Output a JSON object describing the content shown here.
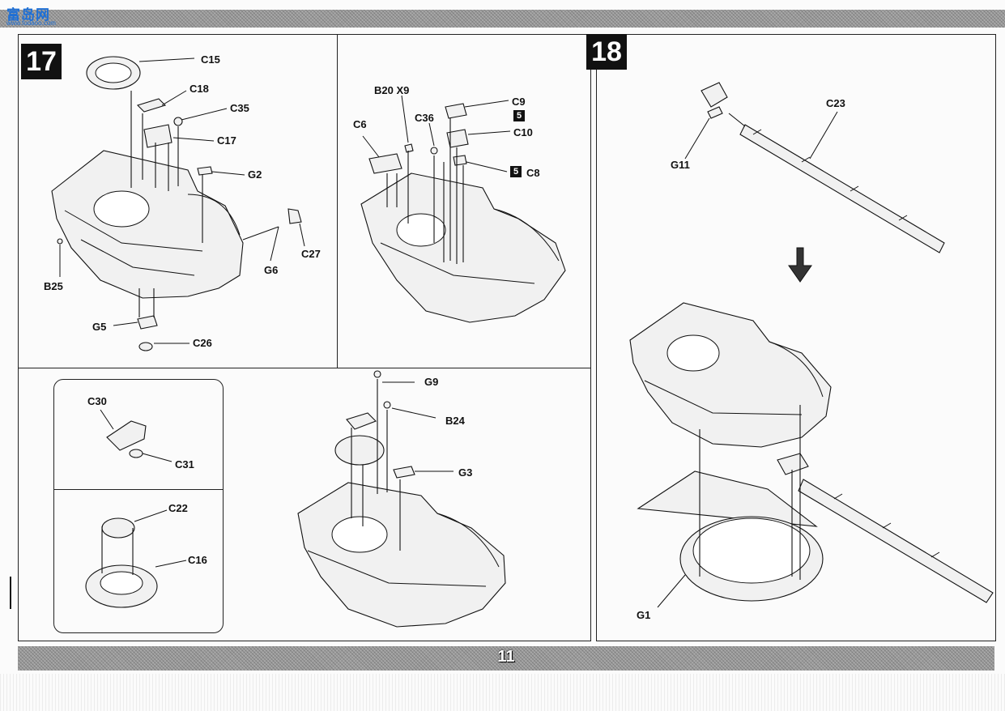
{
  "header": {
    "logo_text": "富岛网",
    "logo_sub": "www.fudaoo.com"
  },
  "page": {
    "number": "11"
  },
  "steps": [
    {
      "id": "17",
      "label": "17"
    },
    {
      "id": "18",
      "label": "18"
    }
  ],
  "step17_top_left_parts": [
    "C15",
    "C18",
    "C35",
    "C17",
    "G2",
    "C27",
    "G6",
    "B25",
    "G5",
    "C26"
  ],
  "step17_top_right_parts": [
    "B20 X9",
    "C36",
    "C6",
    "C9",
    "C10",
    "C8"
  ],
  "step17_bottom_parts": [
    "C30",
    "C31",
    "C22",
    "C16",
    "G9",
    "B24",
    "G3"
  ],
  "step18_parts": [
    "C23",
    "G11",
    "G1"
  ],
  "decals": {
    "c9_icon": "5",
    "c8_icon": "5"
  }
}
